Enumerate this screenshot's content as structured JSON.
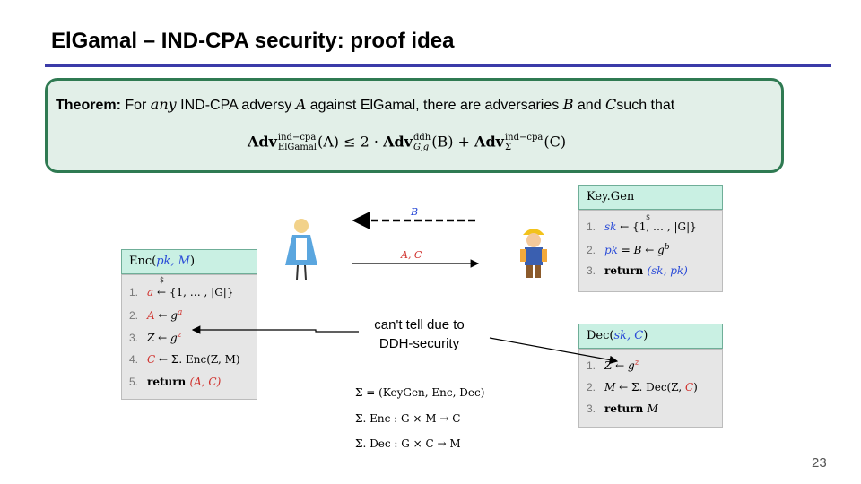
{
  "slide": {
    "title": "ElGamal – IND-CPA security: proof idea",
    "page_number": "23"
  },
  "theorem": {
    "label": "Theorem:",
    "text_1": " For ",
    "any": "any",
    "text_2": " IND-CPA adversy ",
    "A": "A",
    "text_3": " against ElGamal, there are adversaries ",
    "B": "B",
    "text_4": " and ",
    "C": "C",
    "text_5": "such that",
    "adv1_label": "Adv",
    "adv1_sup": "ind−cpa",
    "adv1_sub": "ElGamal",
    "adv1_arg": "(A) ≤ 2 · ",
    "adv2_label": "Adv",
    "adv2_sup": "ddh",
    "adv2_sub": "G,g",
    "adv2_arg": "(B) + ",
    "adv3_label": "Adv",
    "adv3_sup": "ind−cpa",
    "adv3_sub": "Σ",
    "adv3_arg": "(C)"
  },
  "keygen": {
    "title": "Key.Gen",
    "lines": [
      {
        "num": "1.",
        "pre": "sk",
        "mid": " ← {1, … , |G|}"
      },
      {
        "num": "2.",
        "pre": "pk",
        "mid": " = B ← g",
        "sup": "b"
      },
      {
        "num": "3.",
        "kw": "return ",
        "args": "(sk, pk)"
      }
    ]
  },
  "enc": {
    "title_fn": "Enc(",
    "title_args": "pk, M",
    "title_close": ")",
    "lines": [
      {
        "num": "1.",
        "var": "a",
        "rest": " ← {1, … , |G|}"
      },
      {
        "num": "2.",
        "var": "A",
        "rest": " ← g",
        "sup": "a"
      },
      {
        "num": "3.",
        "var": "Z",
        "rest": " ← g",
        "sup": "z"
      },
      {
        "num": "4.",
        "var": "C",
        "rest": " ← Σ. Enc(Z, M)"
      },
      {
        "num": "5.",
        "kw": "return ",
        "args": "(A, C)"
      }
    ]
  },
  "dec": {
    "title_fn": "Dec(",
    "title_args": "sk, C",
    "title_close": ")",
    "lines": [
      {
        "num": "1.",
        "var": "Z",
        "rest": " ← g",
        "sup": "z"
      },
      {
        "num": "2.",
        "var": "M",
        "rest": " ← Σ. Dec(Z, ",
        "var2": "C",
        "rest2": ")"
      },
      {
        "num": "3.",
        "kw": "return ",
        "args": "M"
      }
    ]
  },
  "messages": {
    "to_alice": "B",
    "to_bob": "A, C"
  },
  "note": {
    "line1": "can't tell due to",
    "line2": "DDH-security"
  },
  "sigma": {
    "def": "Σ = (KeyGen, Enc, Dec)",
    "enc": "Σ. Enc : G × M → C",
    "dec": "Σ. Dec : G × C → M"
  },
  "colors": {
    "title_rule": "#3b3ba8",
    "theorem_border": "#2f7a52",
    "theorem_fill": "#e2efe8",
    "header_fill": "#c9f0e3",
    "red": "#d0312d",
    "blue": "#2a4bd7"
  }
}
